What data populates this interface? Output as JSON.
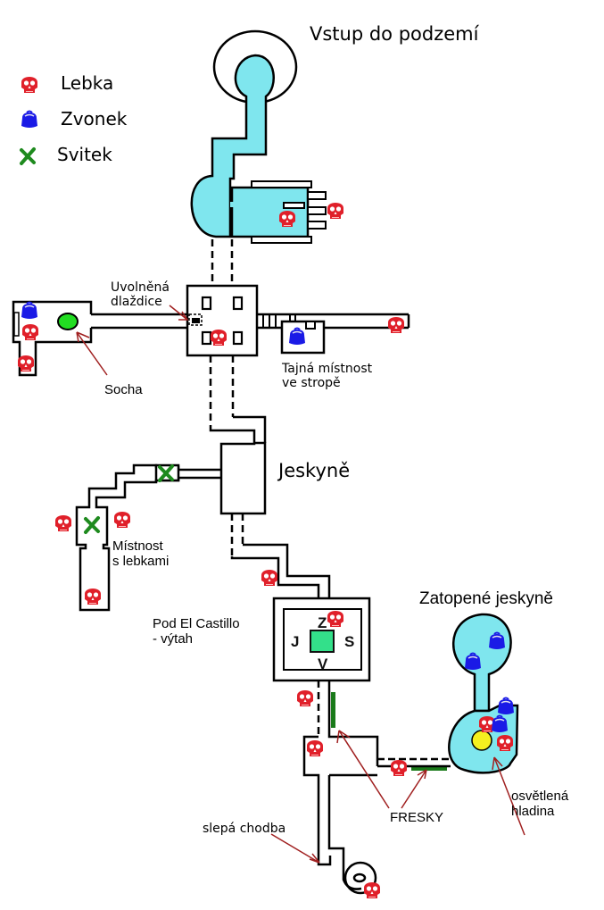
{
  "title": "Vstup do podzemí",
  "legend": [
    {
      "icon": "skull",
      "label": "Lebka"
    },
    {
      "icon": "bell",
      "label": "Zvonek"
    },
    {
      "icon": "scroll-x",
      "label": "Svitek"
    }
  ],
  "areas": {
    "cave": "Jeskyně",
    "flooded": "Zatopené jeskyně",
    "skull_room_1": "Místnost",
    "skull_room_2": "s lebkami",
    "elevator_1": "Pod El Castillo",
    "elevator_2": "- výtah"
  },
  "annotations": {
    "loose_tile_1": "Uvolněná",
    "loose_tile_2": "dlaždice",
    "statue": "Socha",
    "secret_room_1": "Tajná místnost",
    "secret_room_2": "ve stropě",
    "frescoes": "FRESKY",
    "lit_water_1": "osvětlená",
    "lit_water_2": "hladina",
    "dead_end": "slepá chodba"
  },
  "elevator_directions": {
    "north": "Z",
    "west": "J",
    "east": "S",
    "south": "V"
  },
  "colors": {
    "water": "#7fe6ee",
    "skull": "#e0202a",
    "bell": "#1a1ae6",
    "scroll": "#1e8a1e",
    "statue": "#22dd22",
    "elevator": "#33e08a",
    "fresco": "#1a7a1a",
    "light": "#f5f020",
    "arrow": "#a02020"
  }
}
